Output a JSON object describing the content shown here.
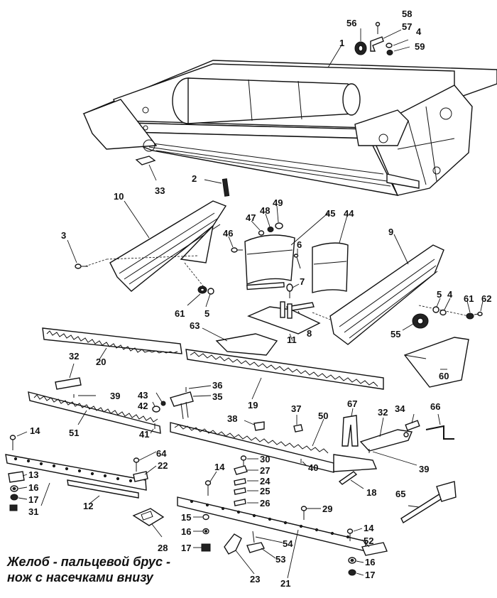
{
  "caption": {
    "line1": "Желоб - пальцевой брус -",
    "line2": "нож с насечками внизу"
  },
  "callouts": [
    "1",
    "2",
    "3",
    "4",
    "5",
    "6",
    "7",
    "8",
    "9",
    "10",
    "11",
    "12",
    "13",
    "14",
    "15",
    "16",
    "17",
    "18",
    "19",
    "20",
    "21",
    "22",
    "23",
    "24",
    "25",
    "26",
    "27",
    "28",
    "29",
    "30",
    "31",
    "32",
    "33",
    "34",
    "35",
    "36",
    "37",
    "38",
    "39",
    "40",
    "41",
    "42",
    "43",
    "44",
    "45",
    "46",
    "47",
    "48",
    "49",
    "50",
    "51",
    "52",
    "53",
    "54",
    "55",
    "56",
    "57",
    "58",
    "59",
    "60",
    "61",
    "62",
    "63",
    "64",
    "65",
    "66",
    "67"
  ],
  "parts": {
    "trough_frame": "1",
    "cover_left": "10",
    "cover_right": "9",
    "shields_middle": [
      "44",
      "45"
    ],
    "knife_upper": "20",
    "knife_long": "19",
    "knife_lower": "51",
    "guard_bar_left": "31",
    "guard_bar_right": "21",
    "plate_60": "60",
    "rod_65": "65",
    "bracket_66": "66"
  }
}
